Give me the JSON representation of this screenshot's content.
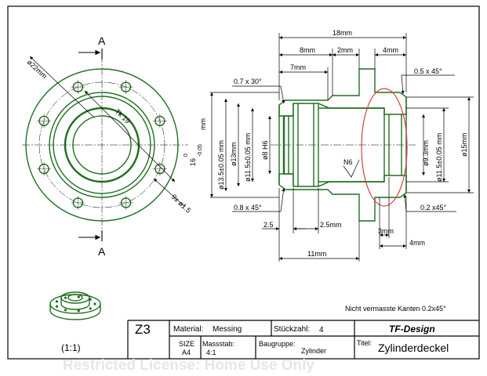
{
  "front_view": {
    "section_mark": "A",
    "dia_outer": "ø22mm",
    "bolt_circle": "Tk 19",
    "holes": "9x ø1.5"
  },
  "section_view": {
    "dims": {
      "total_length": "18mm",
      "len_8": "8mm",
      "len_2": "2mm",
      "len_4_top": "4mm",
      "len_7": "7mm",
      "chamfer_top": "0.7 x 30°",
      "chamfer_right_top": "0.5 x 45°",
      "chamfer_bottom_left": "0.8 x 45°",
      "chamfer_bottom_right": "0.2 x45°",
      "len_2_5_a": "2.5",
      "len_2_5_b": "2.5mm",
      "len_3": "3mm",
      "len_4_bottom": "4mm",
      "len_11": "11mm",
      "dia_16": "16",
      "dia_16_tol": "-0.05",
      "dia_16_tol_top": "0",
      "dia_16_unit": "mm",
      "dia_13_5": "ø13.5±0.05 mm",
      "dia_13": "ø13mm",
      "dia_11_5_left": "ø11.5±0.05 mm",
      "dia_8": "ø8 H6",
      "dia_9_3": "ø9.3mm",
      "dia_11_5_right": "ø11.5±0.05 mm",
      "dia_15": "ø15mm",
      "surface": "N6"
    }
  },
  "note": "Nicht vermasste Kanten 0.2x45°",
  "preview": {
    "scale": "(1:1)"
  },
  "title_block": {
    "drawing_no": "Z3",
    "material_label": "Material:",
    "material": "Messing",
    "qty_label": "Stückzahl:",
    "qty": "4",
    "company": "TF-Design",
    "size_label": "SIZE",
    "size": "A4",
    "scale_label": "Massstab:",
    "scale": "4:1",
    "group_label": "Baugruppe:",
    "group": "Zylinder",
    "title_label": "Titel:",
    "title": "Zylinderdeckel"
  },
  "watermark": "Restricted License: Home Use Only"
}
